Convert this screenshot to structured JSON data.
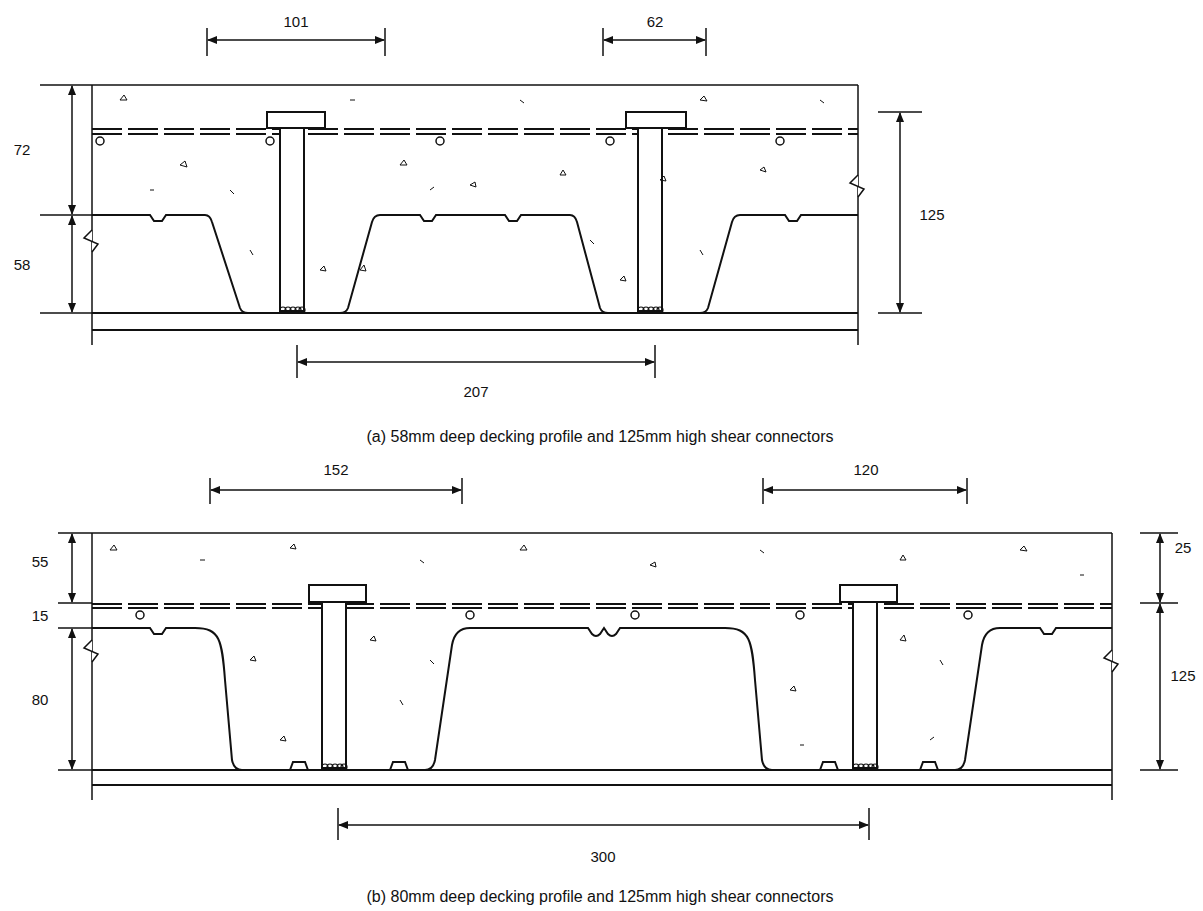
{
  "diagram": {
    "labels": [
      "101",
      "62",
      "72",
      "58",
      "125",
      "207",
      "(a)   58mm deep decking profile and 125mm high shear connectors",
      "152",
      "120",
      "55",
      "15",
      "80",
      "25",
      "125",
      "300",
      "(b)   80mm deep decking profile and 125mm high shear connectors"
    ]
  }
}
